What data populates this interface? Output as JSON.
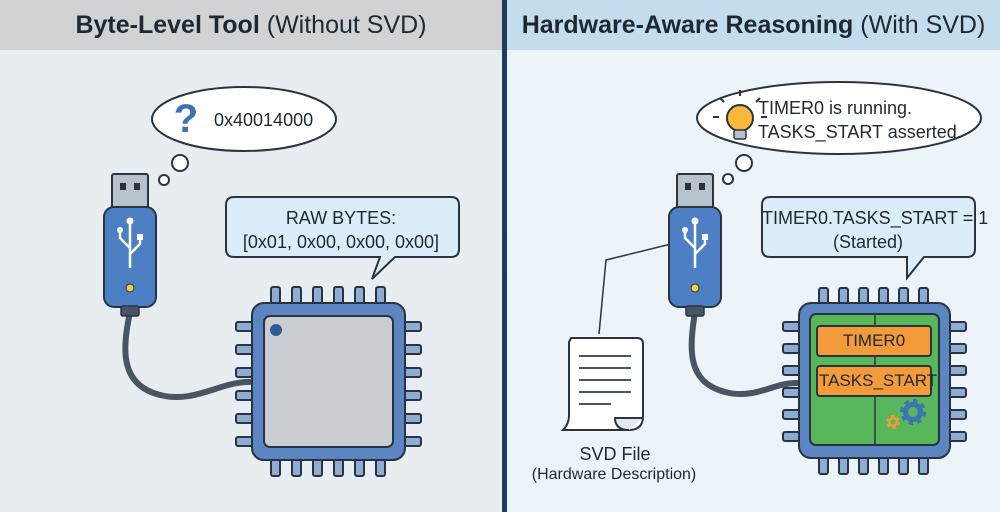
{
  "left_panel": {
    "title_bold": "Byte-Level Tool",
    "title_rest": "(Without SVD)",
    "thought_address": "0x40014000",
    "speech_line1": "RAW BYTES:",
    "speech_line2": "[0x01, 0x00, 0x00, 0x00]"
  },
  "right_panel": {
    "title_bold": "Hardware-Aware Reasoning",
    "title_rest": "(With SVD)",
    "thought_line1": "TIMER0 is running.",
    "thought_line2": "TASKS_START asserted.",
    "speech_line1": "TIMER0.TASKS_START = 1",
    "speech_line2": "(Started)",
    "chip_register_1": "TIMER0",
    "chip_register_2": "TASKS_START",
    "svd_file_label": "SVD File",
    "svd_file_desc": "(Hardware Description)"
  },
  "colors": {
    "left_bg": "#e8edf1",
    "right_bg": "#ecf3f9",
    "divider": "#1f3b5c",
    "usb_blue": "#4d7fc4",
    "chip_blue": "#5b86c2",
    "chip_green": "#58b65b",
    "register_orange": "#f39a3a",
    "bulb_yellow": "#f6b93b",
    "question_blue": "#3d73b5"
  },
  "icons": [
    "usb-stick-icon",
    "question-mark-icon",
    "lightbulb-icon",
    "gear-icon",
    "document-scroll-icon",
    "arrow-right-icon"
  ]
}
